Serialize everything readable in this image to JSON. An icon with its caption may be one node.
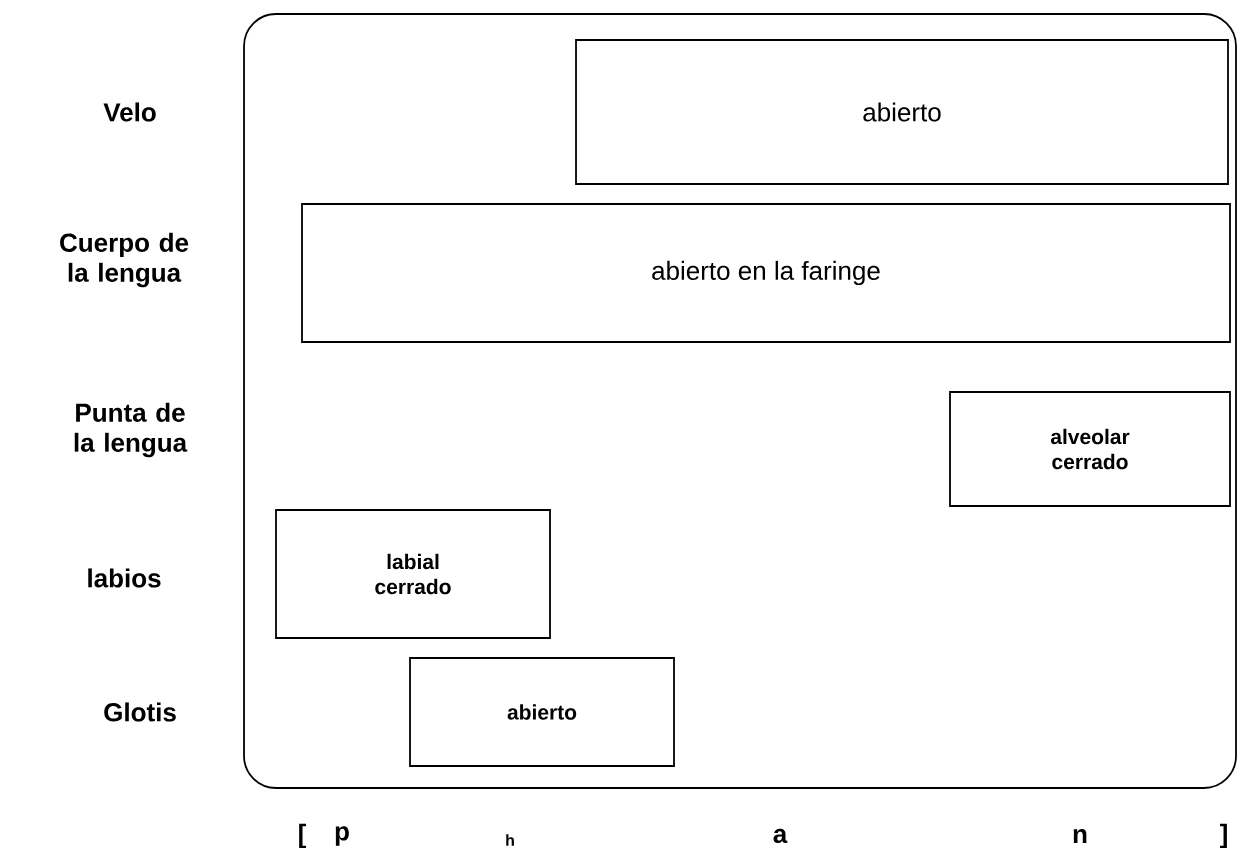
{
  "diagram": {
    "nodes": [
      {
        "text": [],
        "shape": "box"
      },
      {
        "text": [
          "abierto"
        ],
        "in": 0
      },
      {
        "text": [
          "abierto en la faringe"
        ],
        "in": 0
      },
      {
        "text": [
          "alveolar cerrado"
        ],
        "in": 0
      },
      {
        "text": [
          "labial cerrado"
        ],
        "in": 0
      },
      {
        "text": [
          "abierto"
        ],
        "in": 0
      }
    ],
    "edges": [],
    "labels": [
      "Velo",
      "Cuerpo de la lengua",
      "Punta de la lengua",
      "labios",
      "Glotis",
      "[",
      "p",
      "h",
      "a",
      "n",
      "]"
    ]
  }
}
